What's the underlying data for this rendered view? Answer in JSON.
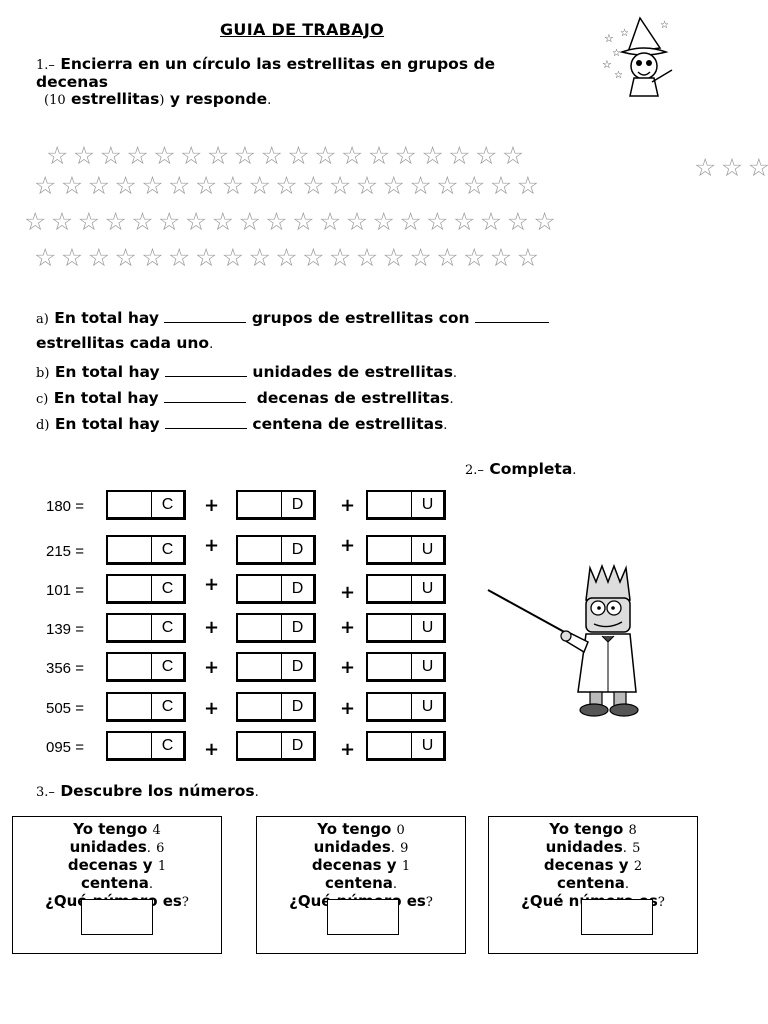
{
  "title": "GUIA DE TRABAJO",
  "q1": {
    "number": "1.–",
    "text_line1": "Encierra en un círculo las estrellitas en grupos de decenas",
    "paren_open": "(10",
    "word": "estrellitas",
    "paren_close": ")",
    "tail": "y responde",
    "period": "."
  },
  "stars": {
    "glyph": "☆",
    "row1": "☆☆☆☆☆☆☆☆☆☆☆☆☆☆☆☆☆☆",
    "row1_extra": "☆☆☆",
    "row2": "☆☆☆☆☆☆☆☆☆☆☆☆☆☆☆☆☆☆☆",
    "row3": "☆☆☆☆☆☆☆☆☆☆☆☆☆☆☆☆☆☆☆☆",
    "row4": "☆☆☆☆☆☆☆☆☆☆☆☆☆☆☆☆☆☆☆"
  },
  "questions": {
    "a_letter": "a)",
    "a_text1": "En total hay",
    "a_text2": "grupos de estrellitas con",
    "a_text3": "estrellitas cada uno",
    "b_letter": "b)",
    "b_text": "En total hay",
    "b_tail": "unidades de estrellitas",
    "c_letter": "c)",
    "c_text": "En total hay",
    "c_tail": "decenas de estrellitas",
    "d_letter": "d)",
    "d_text": "En total hay",
    "d_tail": "centena de estrellitas",
    "period": "."
  },
  "q2": {
    "number": "2.–",
    "label": "Completa",
    "period": "."
  },
  "place_labels": {
    "c": "C",
    "d": "D",
    "u": "U",
    "plus": "+",
    "equals": "="
  },
  "rows": [
    {
      "number": "180"
    },
    {
      "number": "215"
    },
    {
      "number": "101"
    },
    {
      "number": "139"
    },
    {
      "number": "356"
    },
    {
      "number": "505"
    },
    {
      "number": "095"
    }
  ],
  "q3": {
    "number": "3.–",
    "label": "Descubre los números",
    "period": "."
  },
  "cards": [
    {
      "u": "4",
      "d": "6",
      "c": "1"
    },
    {
      "u": "0",
      "d": "9",
      "c": "1"
    },
    {
      "u": "8",
      "d": "5",
      "c": "2"
    }
  ],
  "card_text": {
    "yo_tengo": "Yo tengo",
    "unidades": "unidades",
    "decenas_y": "decenas y",
    "centena": "centena",
    "question": "¿Qué número es",
    "qmark": "?"
  }
}
